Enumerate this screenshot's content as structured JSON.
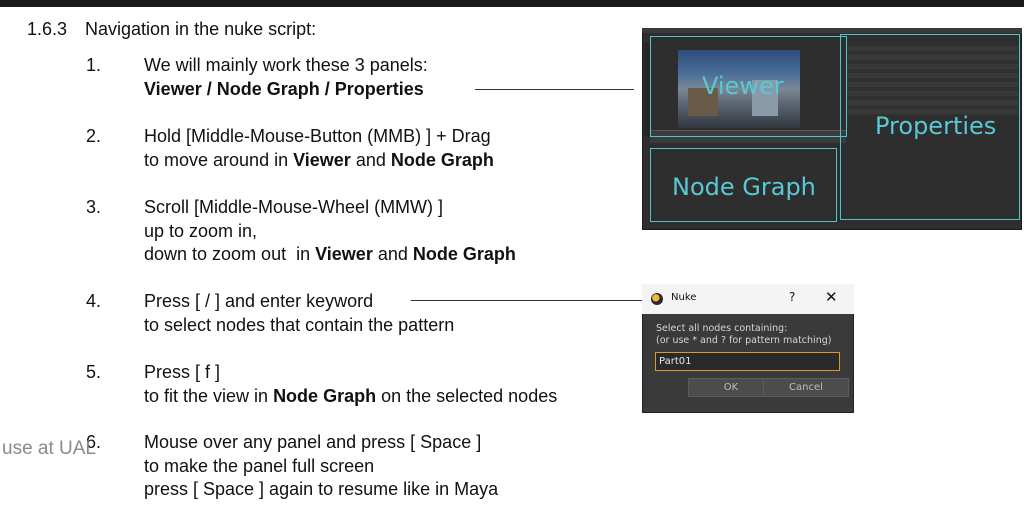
{
  "heading": {
    "number": "1.6.3",
    "title": "Navigation in the nuke script:"
  },
  "items": [
    {
      "n": "1.",
      "lines": [
        [
          "We will mainly work these 3 panels:"
        ],
        [
          "Viewer",
          " / ",
          "Node Graph",
          " / ",
          "Properties"
        ]
      ]
    },
    {
      "n": "2.",
      "lines": [
        [
          "Hold [Middle-Mouse-Button (MMB) ] + Drag"
        ],
        [
          "to move around in ",
          "Viewer",
          " and ",
          "Node Graph"
        ]
      ]
    },
    {
      "n": "3.",
      "lines": [
        [
          "Scroll [Middle-Mouse-Wheel (MMW) ]"
        ],
        [
          "up to zoom in,"
        ],
        [
          "down to zoom out  in ",
          "Viewer",
          " and ",
          "Node Graph"
        ]
      ]
    },
    {
      "n": "4.",
      "lines": [
        [
          "Press [ / ] and enter keyword"
        ],
        [
          "to select nodes that contain the pattern"
        ]
      ]
    },
    {
      "n": "5.",
      "lines": [
        [
          "Press [ f ]"
        ],
        [
          "to fit the view in ",
          "Node Graph",
          " on the selected nodes"
        ]
      ]
    },
    {
      "n": "6.",
      "lines": [
        [
          "Mouse over any panel and press [ Space ]"
        ],
        [
          "to make the panel full screen"
        ],
        [
          "press [ Space ] again to resume like in Maya"
        ]
      ]
    }
  ],
  "watermark": "use at UAL",
  "nuke_screenshot": {
    "viewer_label": "Viewer",
    "properties_label": "Properties",
    "node_graph_label": "Node Graph",
    "accent_color": "#4fc4cf"
  },
  "dialog": {
    "title": "Nuke",
    "help": "?",
    "close": "✕",
    "message_line1": "Select all nodes containing:",
    "message_line2": "(or use * and ? for pattern matching)",
    "input_value": "Part01",
    "ok_label": "OK",
    "cancel_label": "Cancel",
    "field_border_color": "#d99a2b"
  }
}
